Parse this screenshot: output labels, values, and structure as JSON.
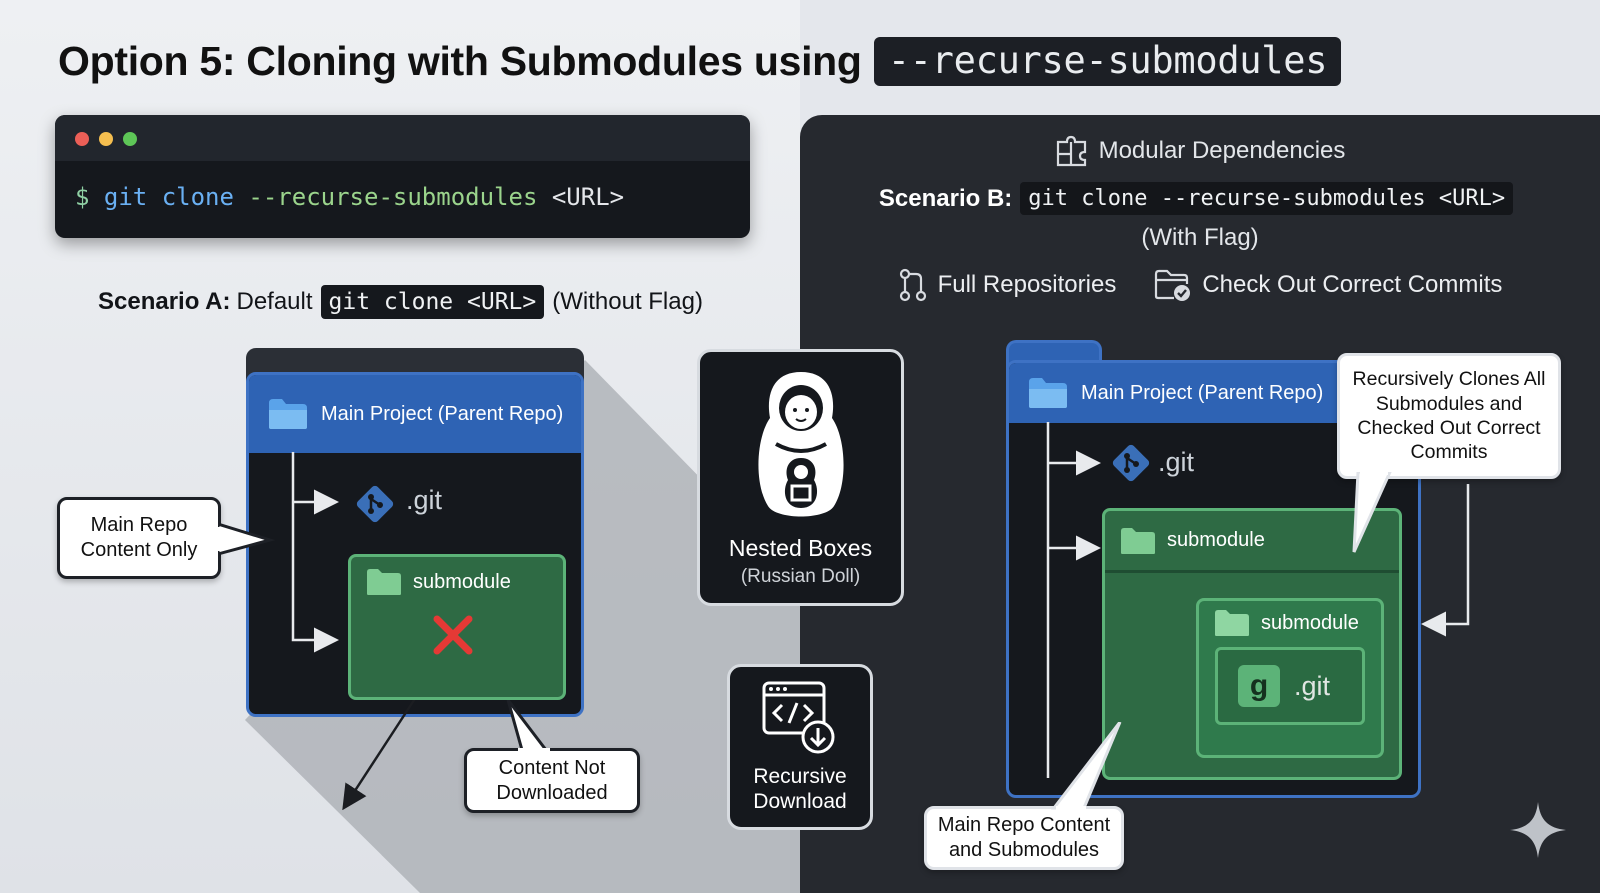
{
  "title": {
    "text": "Option 5: Cloning with Submodules using",
    "code": "--recurse-submodules"
  },
  "terminal": {
    "prompt": "$",
    "command": "git clone",
    "flag": "--recurse-submodules",
    "arg": "<URL>",
    "dot_colors": [
      "#ec5f57",
      "#f5be4f",
      "#5ec657"
    ]
  },
  "scenario_a": {
    "label": "Scenario A:",
    "pre": "Default",
    "code": "git clone <URL>",
    "post": "(Without Flag)"
  },
  "scenario_b": {
    "header": "Modular Dependencies",
    "label": "Scenario B:",
    "code": "git clone --recurse-submodules <URL>",
    "sub": "(With Flag)",
    "features": [
      "Full Repositories",
      "Check Out Correct Commits"
    ]
  },
  "left_repo": {
    "title": "Main Project (Parent Repo)",
    "git": ".git",
    "submodule": "submodule",
    "callout_main": "Main Repo Content Only",
    "callout_missing": "Content Not Downloaded"
  },
  "center_tiles": {
    "nested_title": "Nested Boxes",
    "nested_sub": "(Russian Doll)",
    "recursive_title": "Recursive Download"
  },
  "right_repo": {
    "title": "Main Project (Parent Repo)",
    "git": ".git",
    "submodule": "submodule",
    "inner_submodule": "submodule",
    "inner_git": ".git",
    "inner_git_glyph": "g",
    "callout_recursive": "Recursively Clones All Submodules and Checked Out Correct Commits",
    "callout_main": "Main Repo Content and Submodules"
  },
  "colors": {
    "accent_blue": "#2e63b4",
    "folder_green": "#2e6a44",
    "error_red": "#e53935",
    "dark_bg": "#26292f"
  }
}
